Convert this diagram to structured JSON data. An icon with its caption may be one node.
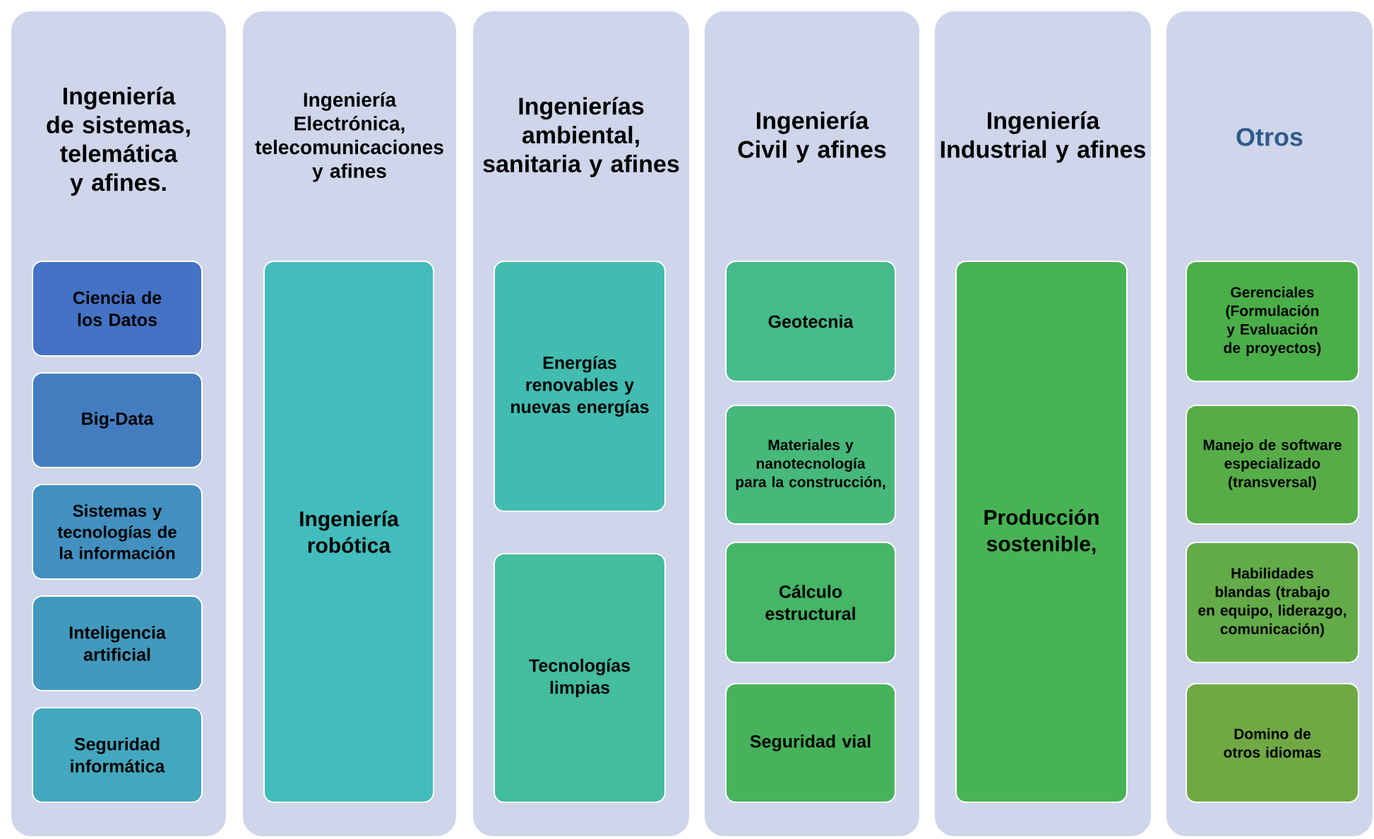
{
  "diagram": {
    "nodes": [
      {
        "text": [
          "Ingeniería de sistemas, telemática y afines."
        ]
      },
      {
        "text": [
          "Ciencia de los Datos"
        ],
        "in": 0
      },
      {
        "text": [
          "Big-Data"
        ],
        "in": 0
      },
      {
        "text": [
          "Sistemas y tecnologías de la información"
        ],
        "in": 0
      },
      {
        "text": [
          "Inteligencia artificial"
        ],
        "in": 0
      },
      {
        "text": [
          "Seguridad informática"
        ],
        "in": 0
      },
      {
        "text": [
          "Ingeniería Electrónica, telecomunicaciones y afines"
        ]
      },
      {
        "text": [
          "Ingeniería robótica"
        ],
        "in": 6
      },
      {
        "text": [
          "Ingenierías ambiental, sanitaria y afines"
        ]
      },
      {
        "text": [
          "Energías renovables y nuevas energías"
        ],
        "in": 8
      },
      {
        "text": [
          "Tecnologías limpias"
        ],
        "in": 8
      },
      {
        "text": [
          "Ingeniería Civil y afines"
        ]
      },
      {
        "text": [
          "Geotecnia"
        ],
        "in": 11
      },
      {
        "text": [
          "Materiales y nanotecnología para la construcción,"
        ],
        "in": 11
      },
      {
        "text": [
          "Cálculo estructural"
        ],
        "in": 11
      },
      {
        "text": [
          "Seguridad vial"
        ],
        "in": 11
      },
      {
        "text": [
          "Ingeniería Industrial y afines"
        ]
      },
      {
        "text": [
          "Producción sostenible,"
        ],
        "in": 16
      },
      {
        "text": [
          "Otros"
        ]
      },
      {
        "text": [
          "Gerenciales (Formulación y Evaluación de proyectos)"
        ],
        "in": 18
      },
      {
        "text": [
          "Manejo de software especializado (transversal)"
        ],
        "in": 18
      },
      {
        "text": [
          "Habilidades blandas (trabajo en equipo, liderazgo, comunicación)"
        ],
        "in": 18
      },
      {
        "text": [
          "Domino de otros idiomas"
        ],
        "in": 18
      }
    ]
  }
}
